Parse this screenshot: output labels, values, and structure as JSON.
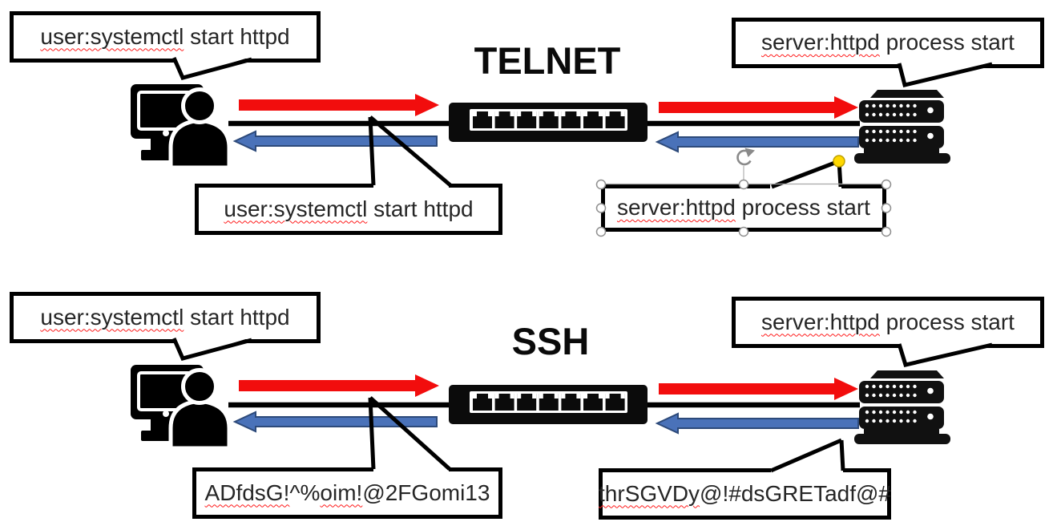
{
  "slide": {
    "background": "#ffffff",
    "colors": {
      "shape_outline": "#000000",
      "red_arrow": "#f20d0d",
      "blue_arrow_fill": "#4a72b9",
      "blue_arrow_border": "#2d4a7a",
      "spellcheck_squiggle": "#ff1a1a",
      "selection_handle_fill": "#ffffff",
      "selection_handle_border": "#8f8f8f",
      "selection_bound_line": "#a8a8a8",
      "adjust_handle_fill": "#ffd800",
      "adjust_handle_border": "#bfa100"
    },
    "icons": {
      "user": "person-at-computer-icon",
      "switch": "ethernet-switch-icon",
      "server": "rack-server-icon",
      "rotation": "rotate-clockwise-icon",
      "adjust": "adjust-diamond-yellow-handle"
    }
  },
  "telnet": {
    "title": "TELNET",
    "user_bubble": {
      "marked": "user:systemctl",
      "rest": " start httpd"
    },
    "server_bubble": {
      "marked": "server:httpd",
      "rest": " process start"
    },
    "user_plaintext_callout": {
      "marked": "user:systemctl",
      "rest": " start httpd"
    },
    "server_plaintext_callout": {
      "marked": "server:httpd",
      "rest": " process start"
    }
  },
  "ssh": {
    "title": "SSH",
    "user_bubble": {
      "marked": "user:systemctl",
      "rest": " start httpd"
    },
    "server_bubble": {
      "marked": "server:httpd",
      "rest": " process start"
    },
    "user_encrypted_callout": {
      "m1": "ADfdsG!",
      "p1": "^%",
      "m2": "oim!",
      "p2": "@2FGomi13"
    },
    "server_encrypted_callout": {
      "marked": "thrSGVDy",
      "rest": "@!#dsGRETadf@#"
    }
  }
}
